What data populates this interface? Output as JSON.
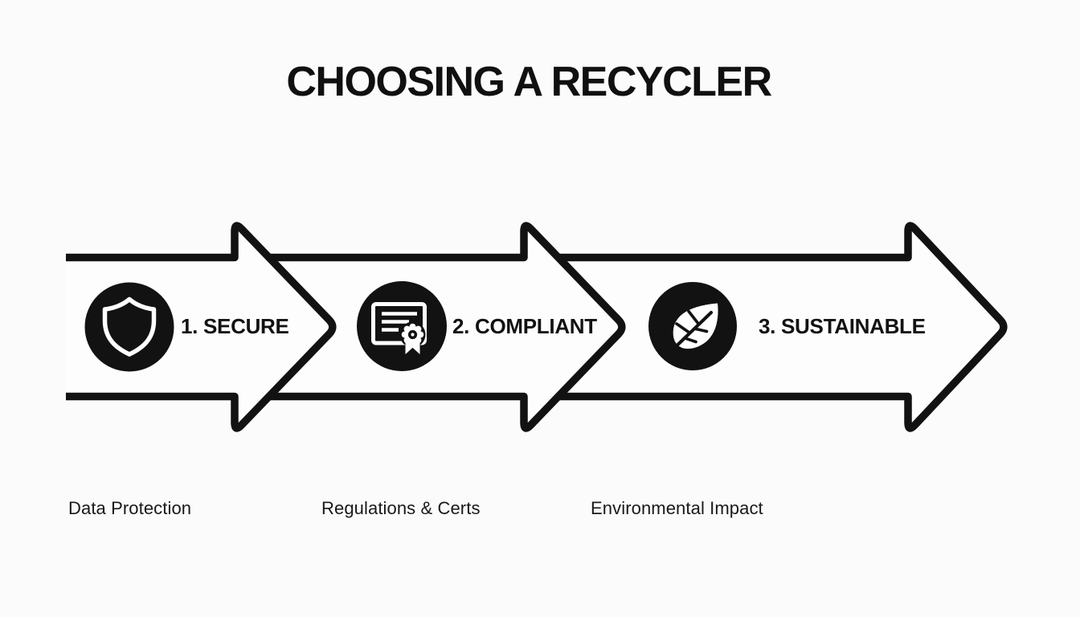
{
  "title": "CHOOSING A RECYCLER",
  "colors": {
    "background": "#fbfbfb",
    "ink": "#121212",
    "arrow_fill": "#fdfdfd",
    "icon_foreground": "#ffffff"
  },
  "steps": [
    {
      "label": "1. SECURE",
      "caption": "Data Protection",
      "icon": "shield-icon"
    },
    {
      "label": "2. COMPLIANT",
      "caption": "Regulations & Certs",
      "icon": "certificate-icon"
    },
    {
      "label": "3. SUSTAINABLE",
      "caption": "Environmental Impact",
      "icon": "leaf-icon"
    }
  ]
}
